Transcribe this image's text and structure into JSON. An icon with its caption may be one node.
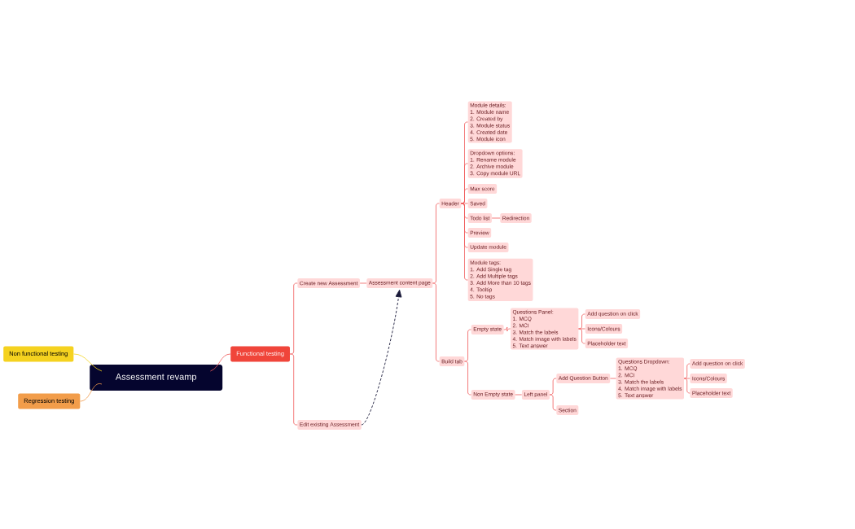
{
  "diagram": {
    "nodes": [
      {
        "text": [
          "Assessment revamp"
        ]
      },
      {
        "text": [
          "Non functional testing"
        ]
      },
      {
        "text": [
          "Regression testing"
        ]
      },
      {
        "text": [
          "Functional testing"
        ]
      },
      {
        "text": [
          "Create new Assessment"
        ]
      },
      {
        "text": [
          "Edit existing Assessment"
        ]
      },
      {
        "text": [
          "Assessment content page"
        ]
      },
      {
        "text": [
          "Header"
        ]
      },
      {
        "text": [
          "Module details:",
          "1. Module name",
          "2. Created by",
          "3. Module status",
          "4. Created date",
          "5. Module icon"
        ]
      },
      {
        "text": [
          "Dropdown options:",
          "1. Rename module",
          "2. Archive module",
          "3. Copy module URL"
        ]
      },
      {
        "text": [
          "Max score"
        ]
      },
      {
        "text": [
          "Saved"
        ]
      },
      {
        "text": [
          "Todo list"
        ]
      },
      {
        "text": [
          "Redirection"
        ]
      },
      {
        "text": [
          "Preview"
        ]
      },
      {
        "text": [
          "Update module"
        ]
      },
      {
        "text": [
          "Module tags:",
          "1. Add Single tag",
          "2. Add Multiple tags",
          "3. Add More than 10 tags",
          "4. Tooltip",
          "5. No tags"
        ]
      },
      {
        "text": [
          "Build tab"
        ]
      },
      {
        "text": [
          "Empty state"
        ]
      },
      {
        "text": [
          "Questions Panel:",
          "1. MCQ",
          "2. MCI",
          "3. Match the labels",
          "4. Match image with labels",
          "5. Text answer"
        ]
      },
      {
        "text": [
          "Add question on click"
        ]
      },
      {
        "text": [
          "Icons/Colours"
        ]
      },
      {
        "text": [
          "Placeholder text"
        ]
      },
      {
        "text": [
          "Non Empty state"
        ]
      },
      {
        "text": [
          "Left panel"
        ]
      },
      {
        "text": [
          "Add Question Button"
        ]
      },
      {
        "text": [
          "Section"
        ]
      },
      {
        "text": [
          "Questions Dropdown:",
          "1. MCQ",
          "2. MCI",
          "3. Match the labels",
          "4. Match image with labels",
          "5. Text answer"
        ]
      },
      {
        "text": [
          "Add question on click"
        ]
      },
      {
        "text": [
          "Icons/Colours"
        ]
      },
      {
        "text": [
          "Placeholder text"
        ]
      }
    ],
    "edges": [
      {
        "from": 0,
        "to": 1,
        "arrow": "none",
        "color": "#f2d31b"
      },
      {
        "from": 0,
        "to": 2,
        "arrow": "none",
        "color": "#f0994a"
      },
      {
        "from": 0,
        "to": 3,
        "arrow": "none"
      },
      {
        "from": 3,
        "to": 4,
        "arrow": "none"
      },
      {
        "from": 3,
        "to": 5,
        "arrow": "none"
      },
      {
        "from": 4,
        "to": 6,
        "arrow": "none"
      },
      {
        "from": 6,
        "to": 7,
        "arrow": "none"
      },
      {
        "from": 7,
        "to": 8,
        "arrow": "none"
      },
      {
        "from": 7,
        "to": 9,
        "arrow": "none"
      },
      {
        "from": 7,
        "to": 10,
        "arrow": "none"
      },
      {
        "from": 7,
        "to": 11,
        "arrow": "none"
      },
      {
        "from": 7,
        "to": 12,
        "arrow": "none"
      },
      {
        "from": 12,
        "to": 13,
        "arrow": "none"
      },
      {
        "from": 7,
        "to": 14,
        "arrow": "none"
      },
      {
        "from": 7,
        "to": 15,
        "arrow": "none"
      },
      {
        "from": 7,
        "to": 16,
        "arrow": "none"
      },
      {
        "from": 6,
        "to": 17,
        "arrow": "none"
      },
      {
        "from": 17,
        "to": 18,
        "arrow": "none"
      },
      {
        "from": 18,
        "to": 19,
        "arrow": "none"
      },
      {
        "from": 19,
        "to": 20,
        "arrow": "none"
      },
      {
        "from": 19,
        "to": 21,
        "arrow": "none"
      },
      {
        "from": 19,
        "to": 22,
        "arrow": "none"
      },
      {
        "from": 17,
        "to": 23,
        "arrow": "none"
      },
      {
        "from": 23,
        "to": 24,
        "arrow": "none"
      },
      {
        "from": 24,
        "to": 25,
        "arrow": "none"
      },
      {
        "from": 24,
        "to": 26,
        "arrow": "none"
      },
      {
        "from": 25,
        "to": 27,
        "arrow": "none"
      },
      {
        "from": 27,
        "to": 28,
        "arrow": "none"
      },
      {
        "from": 27,
        "to": 29,
        "arrow": "none"
      },
      {
        "from": 27,
        "to": 30,
        "arrow": "none"
      },
      {
        "from": 5,
        "to": 6,
        "arrow": "to",
        "style": "dashed",
        "color": "#1a1a3a"
      }
    ]
  }
}
